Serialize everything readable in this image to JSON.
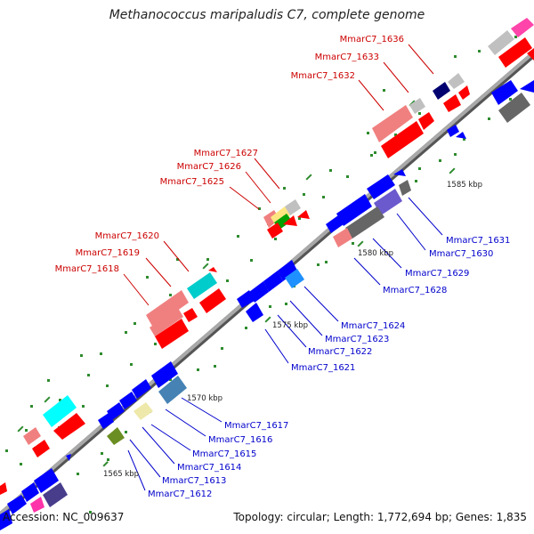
{
  "title": "Methanococcus maripaludis C7, complete genome",
  "footer": {
    "accession": "Accession: NC_009637",
    "summary": "Topology: circular; Length: 1,772,694 bp; Genes: 1,835"
  },
  "colors": {
    "backbone": "#7f7f7f",
    "label_red": "#cc0000",
    "label_blue": "#0000cc",
    "tick": "#2e8b2e",
    "scale_text": "#222222"
  },
  "scale_labels": [
    "1565 kbp",
    "1570 kbp",
    "1575 kbp",
    "1580 kbp",
    "1585 kbp"
  ],
  "gene_labels_red": [
    "MmarC7_1636",
    "MmarC7_1633",
    "MmarC7_1632",
    "MmarC7_1627",
    "MmarC7_1626",
    "MmarC7_1625",
    "MmarC7_1620",
    "MmarC7_1619",
    "MmarC7_1618"
  ],
  "gene_labels_blue": [
    "MmarC7_1631",
    "MmarC7_1630",
    "MmarC7_1629",
    "MmarC7_1628",
    "MmarC7_1624",
    "MmarC7_1623",
    "MmarC7_1622",
    "MmarC7_1621",
    "MmarC7_1617",
    "MmarC7_1616",
    "MmarC7_1615",
    "MmarC7_1614",
    "MmarC7_1613",
    "MmarC7_1612"
  ]
}
